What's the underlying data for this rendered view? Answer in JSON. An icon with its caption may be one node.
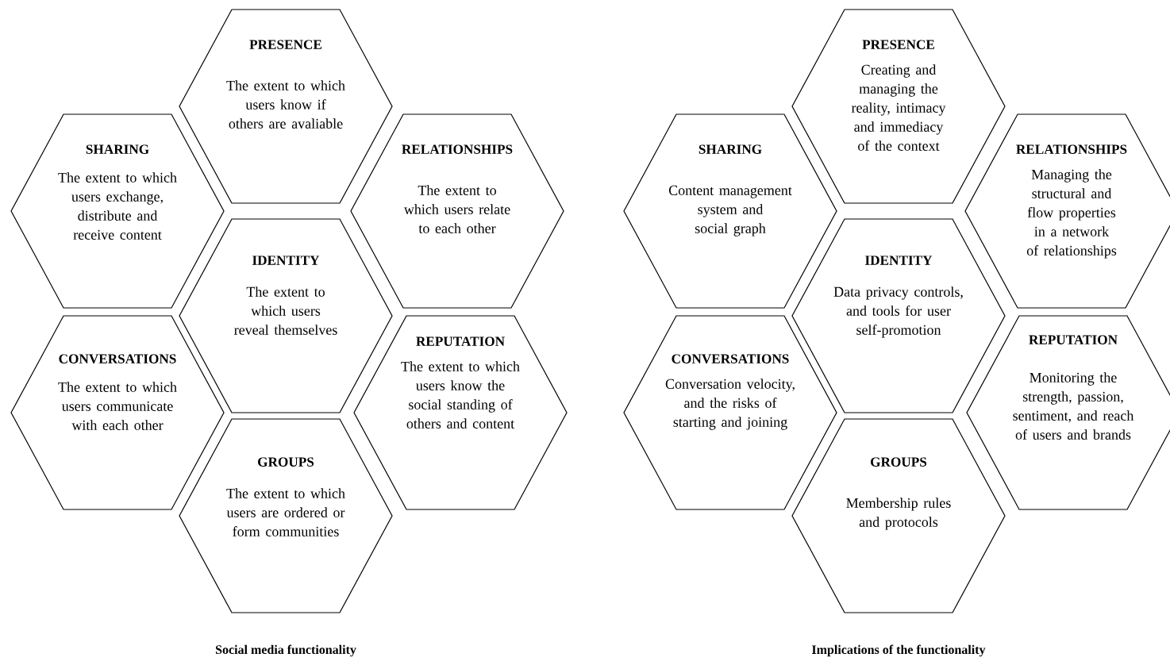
{
  "diagram": {
    "nodes": [
      {
        "text": [
          "PRESENCE",
          "The extent to which users know if others are avaliable"
        ]
      },
      {
        "text": [
          "SHARING",
          "The extent to which users exchange, distribute and receive content"
        ]
      },
      {
        "text": [
          "RELATIONSHIPS",
          "The extent to which users relate to each other"
        ]
      },
      {
        "text": [
          "IDENTITY",
          "The extent to which users reveal themselves"
        ]
      },
      {
        "text": [
          "CONVERSATIONS",
          "The extent to which users communicate with each other"
        ]
      },
      {
        "text": [
          "REPUTATION",
          "The extent to which users know the social standing of others and content"
        ]
      },
      {
        "text": [
          "GROUPS",
          "The extent to which users are ordered or form communities"
        ]
      },
      {
        "text": [
          "PRESENCE",
          "Creating and managing the reality, intimacy and immediacy of the context"
        ]
      },
      {
        "text": [
          "SHARING",
          "Content management system and social graph"
        ]
      },
      {
        "text": [
          "RELATIONSHIPS",
          "Managing the structural and flow properties in a network of relationships"
        ]
      },
      {
        "text": [
          "IDENTITY",
          "Data privacy controls, and tools for user self-promotion"
        ]
      },
      {
        "text": [
          "CONVERSATIONS",
          "Conversation velocity, and the risks of starting and joining"
        ]
      },
      {
        "text": [
          "REPUTATION",
          "Monitoring the strength, passion, sentiment, and reach of users and brands"
        ]
      },
      {
        "text": [
          "GROUPS",
          "Membership rules and protocols"
        ]
      }
    ],
    "labels": [
      "Social media functionality",
      "Implications of the functionality"
    ]
  }
}
